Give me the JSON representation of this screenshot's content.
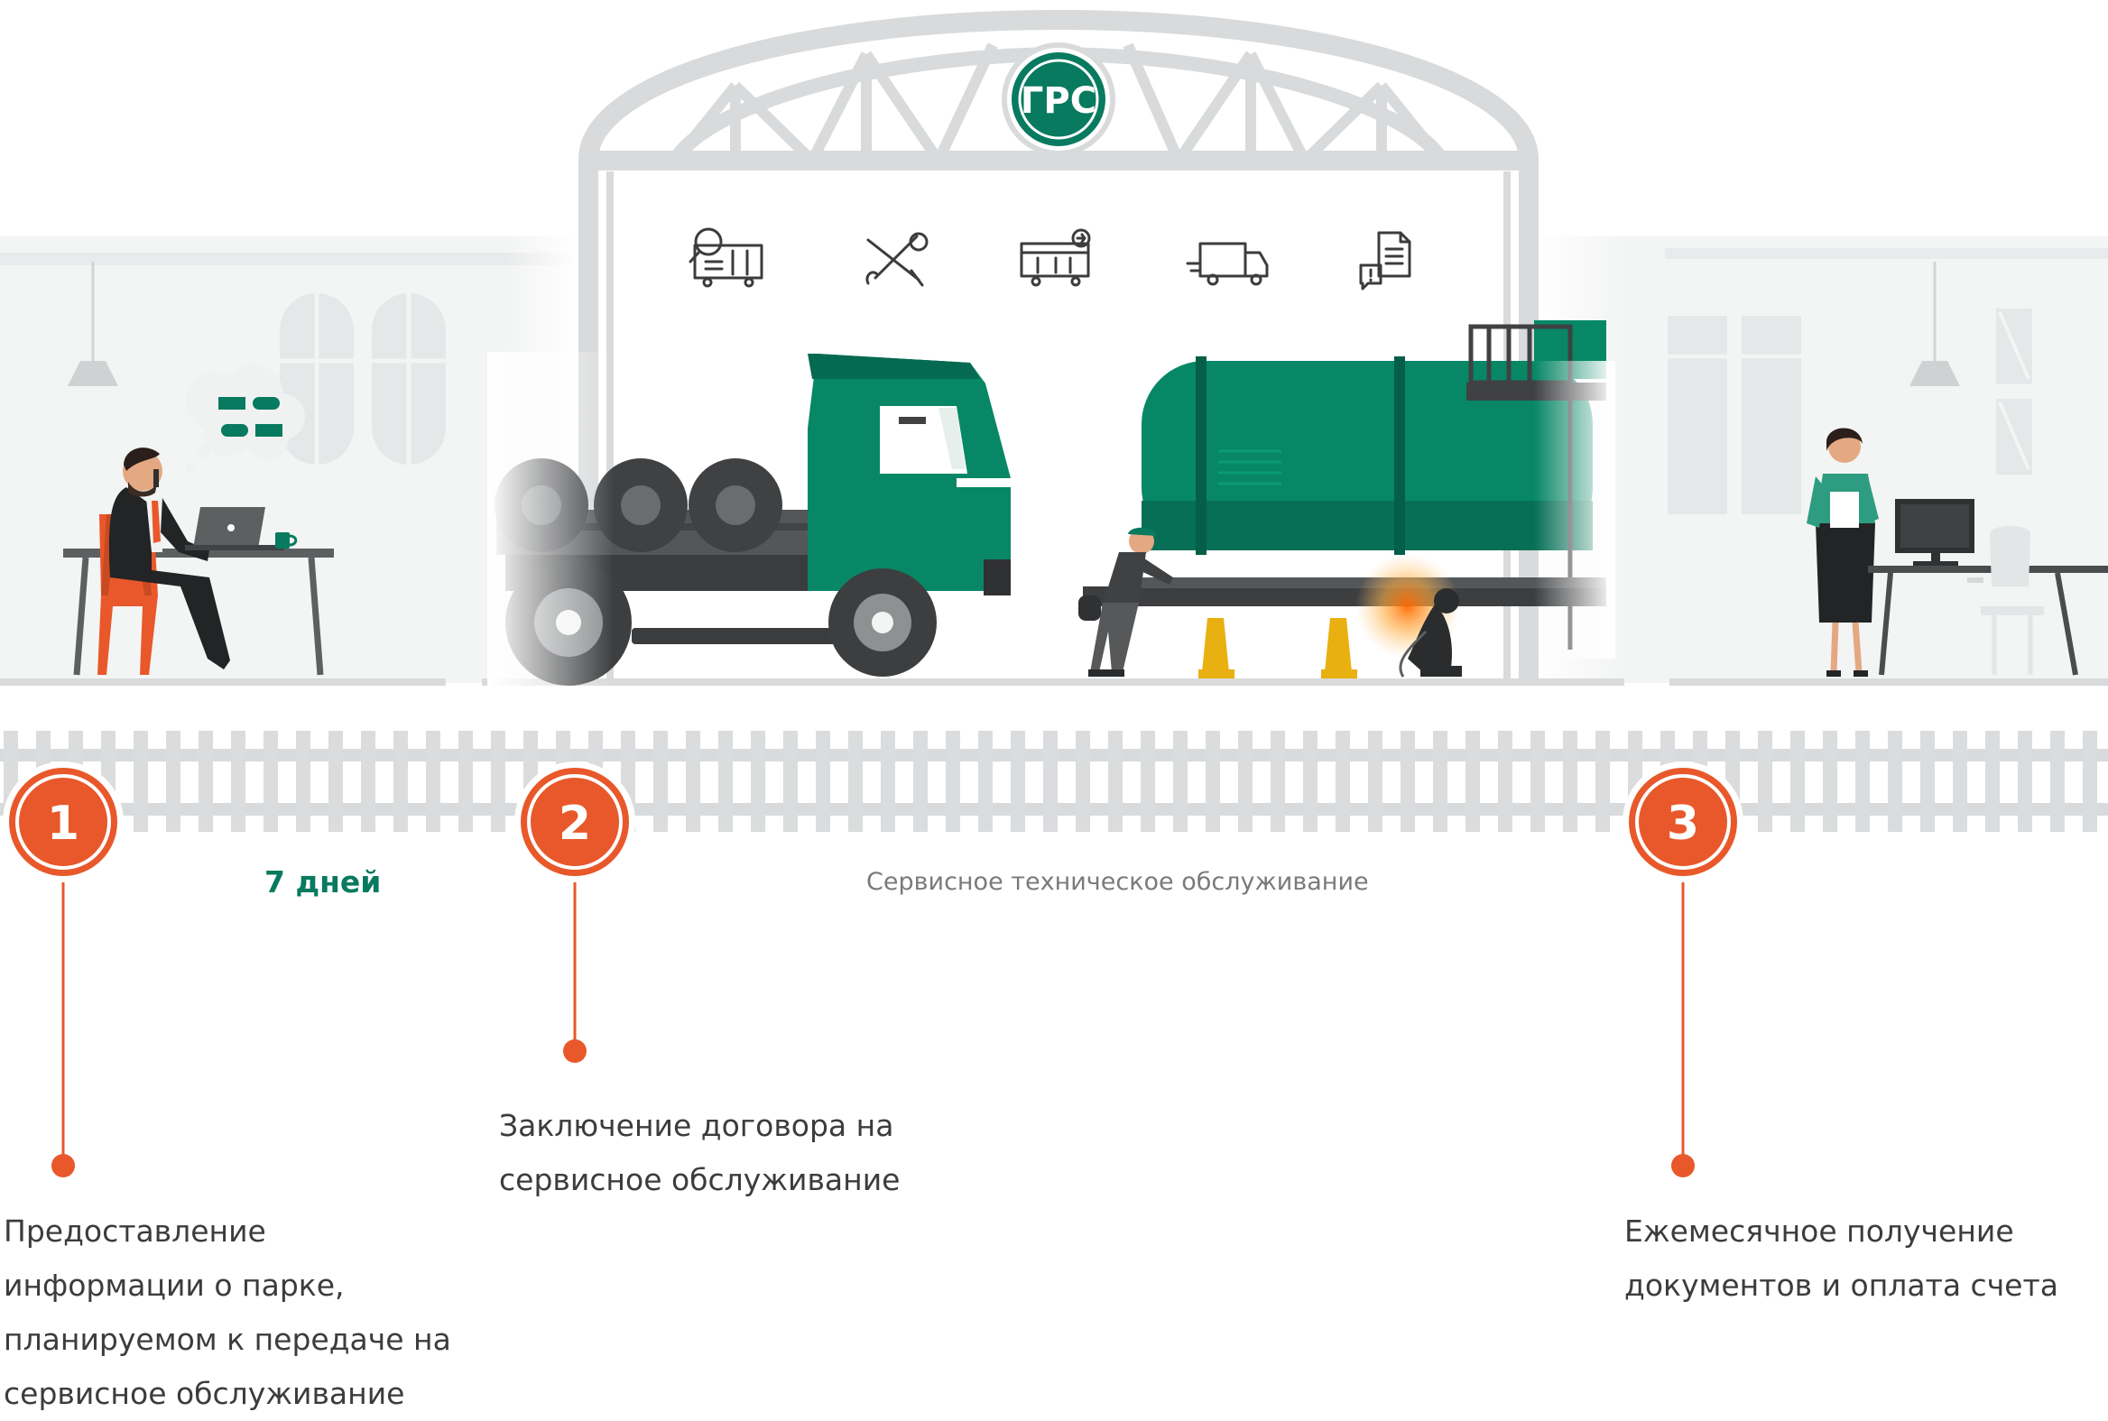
{
  "logo": {
    "text": "ГРС"
  },
  "icons": [
    "search-wagon-icon",
    "wrench-screwdriver-icon",
    "wagon-arrow-icon",
    "delivery-truck-icon",
    "document-alert-icon"
  ],
  "duration_label": "7 дней",
  "service_label": "Сервисное техническое обслуживание",
  "steps": [
    {
      "number": "1",
      "text": "Предоставление\nинформации о парке,\nпланируемом к передаче на\nсервисное обслуживание"
    },
    {
      "number": "2",
      "text": "Заключение договора на\nсервисное обслуживание"
    },
    {
      "number": "3",
      "text": "Ежемесячное получение\nдокументов и оплата счета"
    }
  ],
  "colors": {
    "accent_orange": "#e8582a",
    "brand_green": "#087a5f",
    "frame_gray": "#d8dadb",
    "rail_gray": "#dadcdd"
  }
}
